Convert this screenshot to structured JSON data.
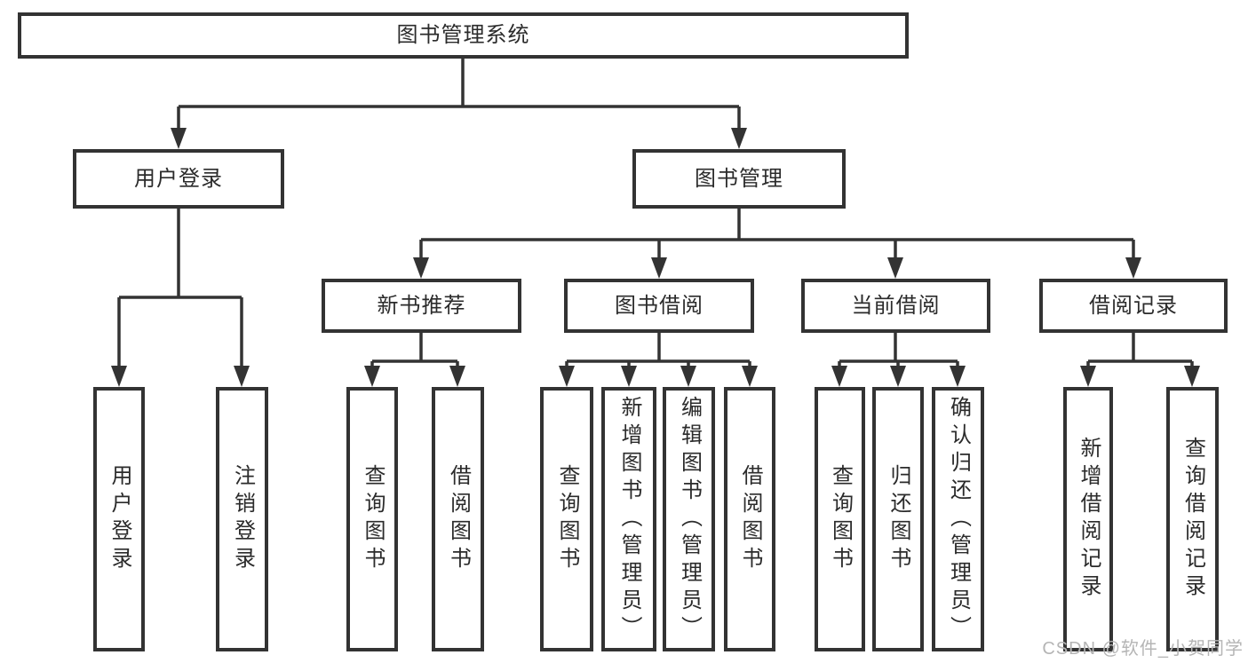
{
  "root": {
    "label": "图书管理系统"
  },
  "branches": [
    {
      "label": "用户登录",
      "children": [
        {
          "label": "用户登录"
        },
        {
          "label": "注销登录"
        }
      ]
    },
    {
      "label": "图书管理",
      "children": [
        {
          "label": "新书推荐",
          "children": [
            {
              "label": "查询图书"
            },
            {
              "label": "借阅图书"
            }
          ]
        },
        {
          "label": "图书借阅",
          "children": [
            {
              "label": "查询图书"
            },
            {
              "label": "新增图书（管理员）"
            },
            {
              "label": "编辑图书（管理员）"
            },
            {
              "label": "借阅图书"
            }
          ]
        },
        {
          "label": "当前借阅",
          "children": [
            {
              "label": "查询图书"
            },
            {
              "label": "归还图书"
            },
            {
              "label": "确认归还（管理员）"
            }
          ]
        },
        {
          "label": "借阅记录",
          "children": [
            {
              "label": "新增借阅记录"
            },
            {
              "label": "查询借阅记录"
            }
          ]
        }
      ]
    }
  ],
  "watermark": "CSDN @软件_小贺同学",
  "colors": {
    "line": "#333333",
    "border": "#333333",
    "text": "#2b2b2b",
    "watermark": "#b5b5b5",
    "background": "#ffffff"
  }
}
